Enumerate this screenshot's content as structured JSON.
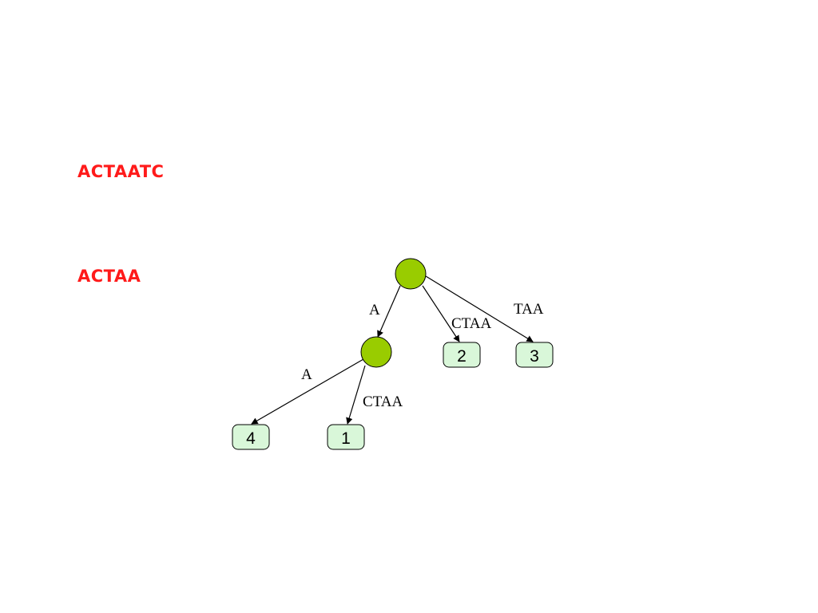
{
  "sequences": {
    "full": "ACTAATC",
    "prefix": "ACTAA"
  },
  "tree": {
    "edges": [
      {
        "label": "A"
      },
      {
        "label": "CTAA"
      },
      {
        "label": "TAA"
      },
      {
        "label": "A"
      },
      {
        "label": "CTAA"
      }
    ],
    "leaves": [
      "2",
      "3",
      "4",
      "1"
    ]
  },
  "colors": {
    "sequence_text": "#ff1a1a",
    "internal_node_fill": "#99cc00",
    "leaf_fill": "#d9f7d9",
    "stroke": "#000000"
  }
}
